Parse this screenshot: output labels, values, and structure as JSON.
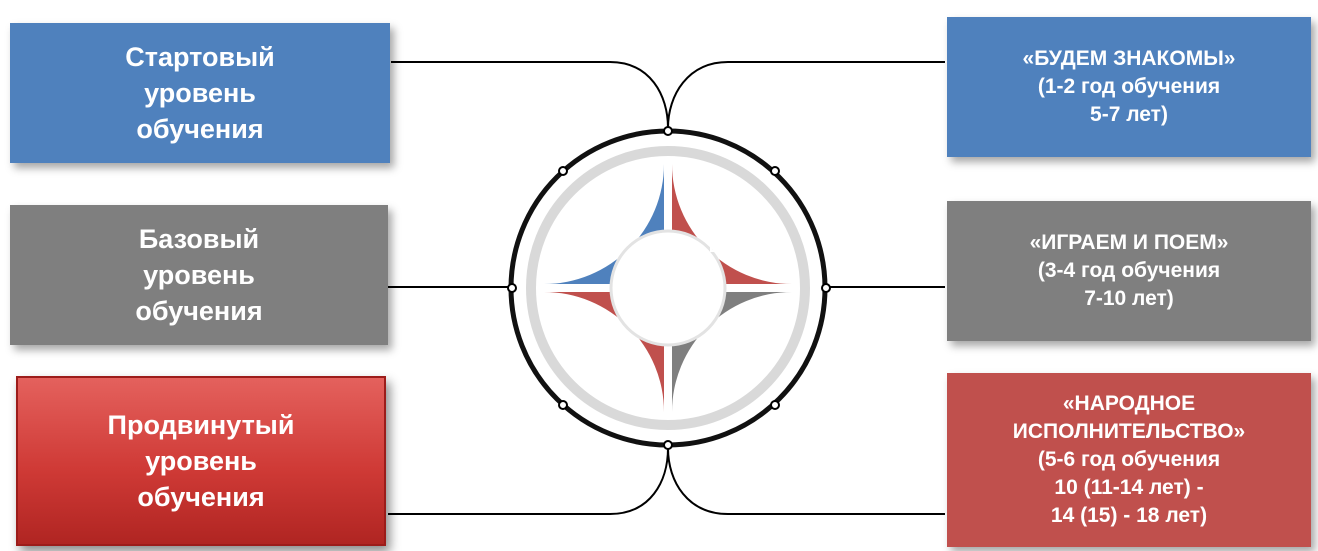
{
  "left_boxes": [
    {
      "text": "Стартовый\nуровень\nобучения",
      "color": "#4f81bd"
    },
    {
      "text": "Базовый\nуровень\nобучения",
      "color": "#7f7f7f"
    },
    {
      "text": "Продвинутый\nуровень\nобучения",
      "color": "#cf3a36"
    }
  ],
  "right_boxes": [
    {
      "text": "«БУДЕМ ЗНАКОМЫ»\n(1-2 год обучения\n5-7 лет)",
      "color": "#4f81bd"
    },
    {
      "text": "«ИГРАЕМ И ПОЕМ»\n(3-4 год обучения\n7-10 лет)",
      "color": "#7f7f7f"
    },
    {
      "text": "«НАРОДНОЕ\nИСПОЛНИТЕЛЬСТВО»\n(5-6 год обучения\n10 (11-14 лет) -\n14 (15) - 18 лет)",
      "color": "#c0504d"
    }
  ],
  "wheel_segments": [
    {
      "icon": "globe-icon",
      "color": "#4f81bd"
    },
    {
      "icon": "binders-icon",
      "color": "#c0504d"
    },
    {
      "icon": "folder-icon",
      "color": "#c0504d"
    },
    {
      "icon": "clock-icon",
      "color": "#7f7f7f"
    }
  ]
}
